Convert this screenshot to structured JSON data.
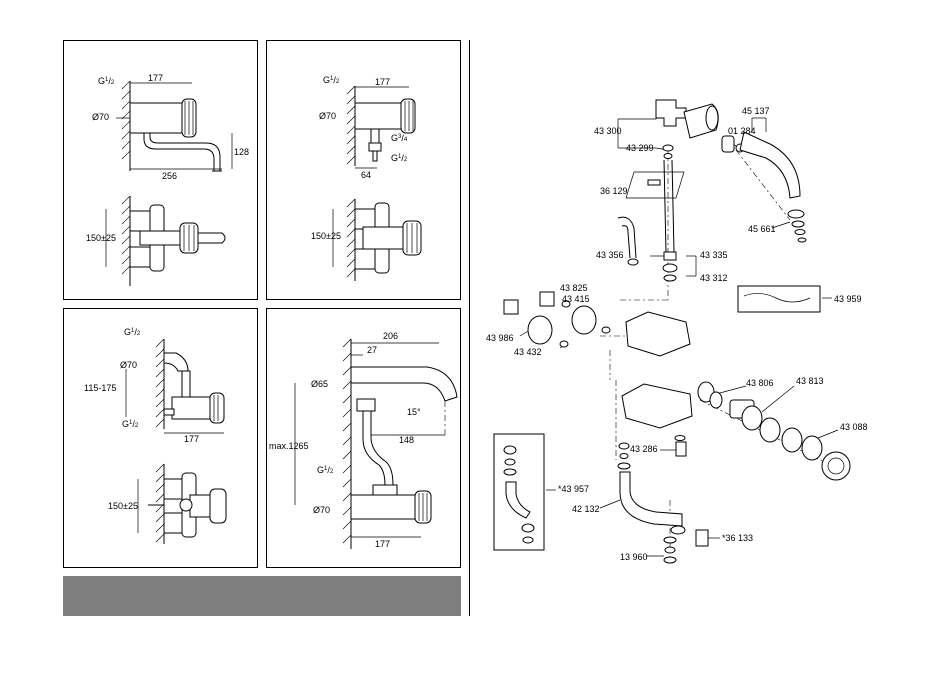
{
  "panels": {
    "p1": {
      "thread": "G",
      "thread_num": "1",
      "thread_den": "2",
      "d1": "177",
      "dia": "Ø70",
      "h": "128",
      "w": "256",
      "pitch": "150±25"
    },
    "p2": {
      "thread_top": "G",
      "thread_top_num": "1",
      "thread_top_den": "2",
      "d1": "177",
      "dia": "Ø70",
      "thread_mid": "G",
      "thread_mid_num": "3",
      "thread_mid_den": "4",
      "thread_low": "G",
      "thread_low_num": "1",
      "thread_low_den": "2",
      "w": "64",
      "pitch": "150±25"
    },
    "p3": {
      "thread_top": "G",
      "thread_top_num": "1",
      "thread_top_den": "2",
      "dia": "Ø70",
      "range": "115-175",
      "thread_low": "G",
      "thread_low_num": "1",
      "thread_low_den": "2",
      "d1": "177",
      "pitch": "150±25"
    },
    "p4": {
      "d_top": "206",
      "d_mid": "27",
      "dia_top": "Ø65",
      "angle": "15°",
      "w": "148",
      "max": "max.1265",
      "thread": "G",
      "thread_num": "1",
      "thread_den": "2",
      "dia_low": "Ø70",
      "d1": "177"
    }
  },
  "parts": {
    "p43300": "43 300",
    "p43299": "43 299",
    "p01284": "01 284",
    "p45137": "45 137",
    "p36129": "36 129",
    "p45661": "45 661",
    "p43356": "43 356",
    "p43335": "43 335",
    "p43312": "43 312",
    "p43825": "43 825",
    "p43415": "43 415",
    "p43959": "43 959",
    "p43986": "43 986",
    "p43432": "43 432",
    "p43806": "43 806",
    "p43813": "43 813",
    "p43088": "43 088",
    "p43286": "43 286",
    "p43957": "*43 957",
    "p42132": "42 132",
    "p36133": "*36 133",
    "p13960": "13 960"
  }
}
